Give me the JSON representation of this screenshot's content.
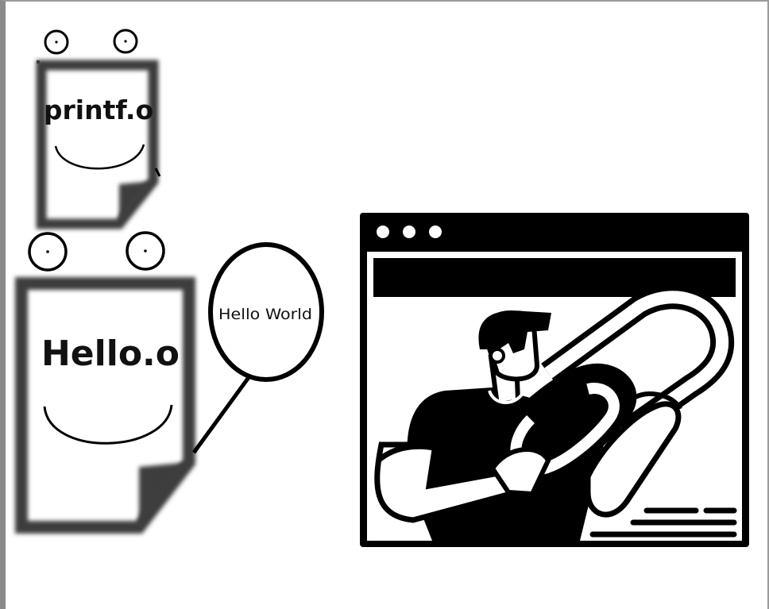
{
  "files": [
    {
      "name": "printf.o"
    },
    {
      "name": "Hello.o"
    }
  ],
  "speech_bubble": {
    "text": "Hello World"
  },
  "illustration": {
    "icon": "person-holding-chain-link-browser-icon"
  },
  "colors": {
    "ink": "#000000",
    "paper": "#ffffff",
    "file_border": "#3d3d3d"
  }
}
